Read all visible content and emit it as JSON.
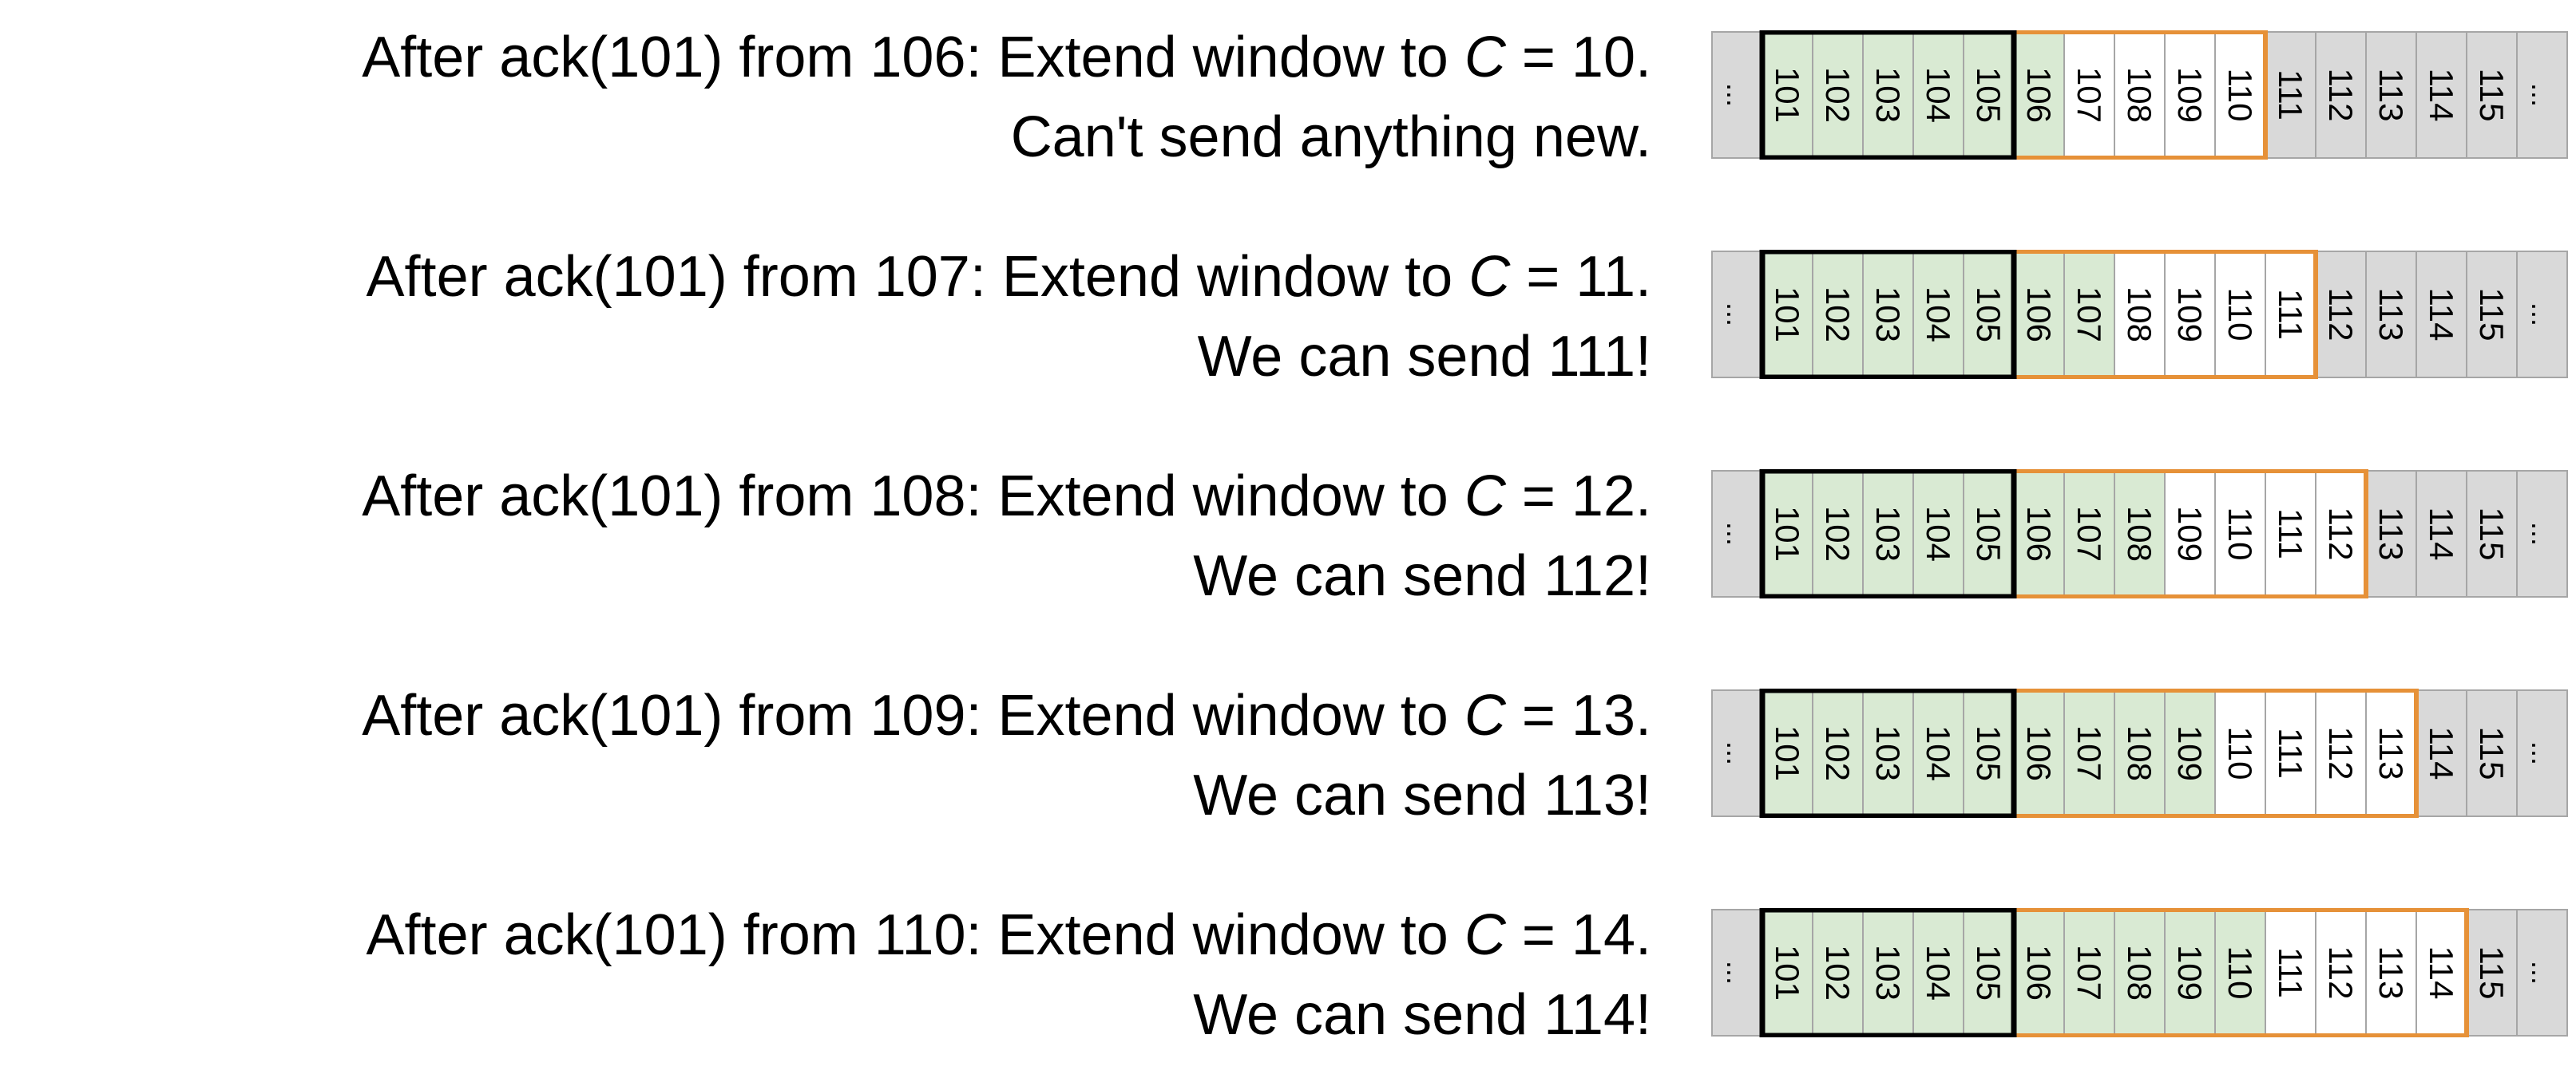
{
  "colors": {
    "acked": "#d9ead3",
    "unsent": "#ffffff",
    "outside": "#d9d9d9",
    "cell_border": "#a6a6a6",
    "old_window_border": "#000000",
    "new_window_border": "#e69138"
  },
  "sequence": {
    "ellipsis": "...",
    "cells": [
      "101",
      "102",
      "103",
      "104",
      "105",
      "106",
      "107",
      "108",
      "109",
      "110",
      "111",
      "112",
      "113",
      "114",
      "115"
    ]
  },
  "rows": [
    {
      "ack_prefix": "After ack(101) from 106: Extend window to ",
      "var": "C",
      "ack_suffix": " = 10.",
      "note": "Can't send anything new.",
      "acked_through": "106",
      "window_end": "110"
    },
    {
      "ack_prefix": "After ack(101) from 107: Extend window to ",
      "var": "C",
      "ack_suffix": " = 11.",
      "note": "We can send 111!",
      "acked_through": "107",
      "window_end": "111"
    },
    {
      "ack_prefix": "After ack(101) from 108: Extend window to ",
      "var": "C",
      "ack_suffix": " = 12.",
      "note": "We can send 112!",
      "acked_through": "108",
      "window_end": "112"
    },
    {
      "ack_prefix": "After ack(101) from 109: Extend window to ",
      "var": "C",
      "ack_suffix": " = 13.",
      "note": "We can send 113!",
      "acked_through": "109",
      "window_end": "113"
    },
    {
      "ack_prefix": "After ack(101) from 110: Extend window to ",
      "var": "C",
      "ack_suffix": " = 14.",
      "note": "We can send 114!",
      "acked_through": "110",
      "window_end": "114"
    }
  ]
}
